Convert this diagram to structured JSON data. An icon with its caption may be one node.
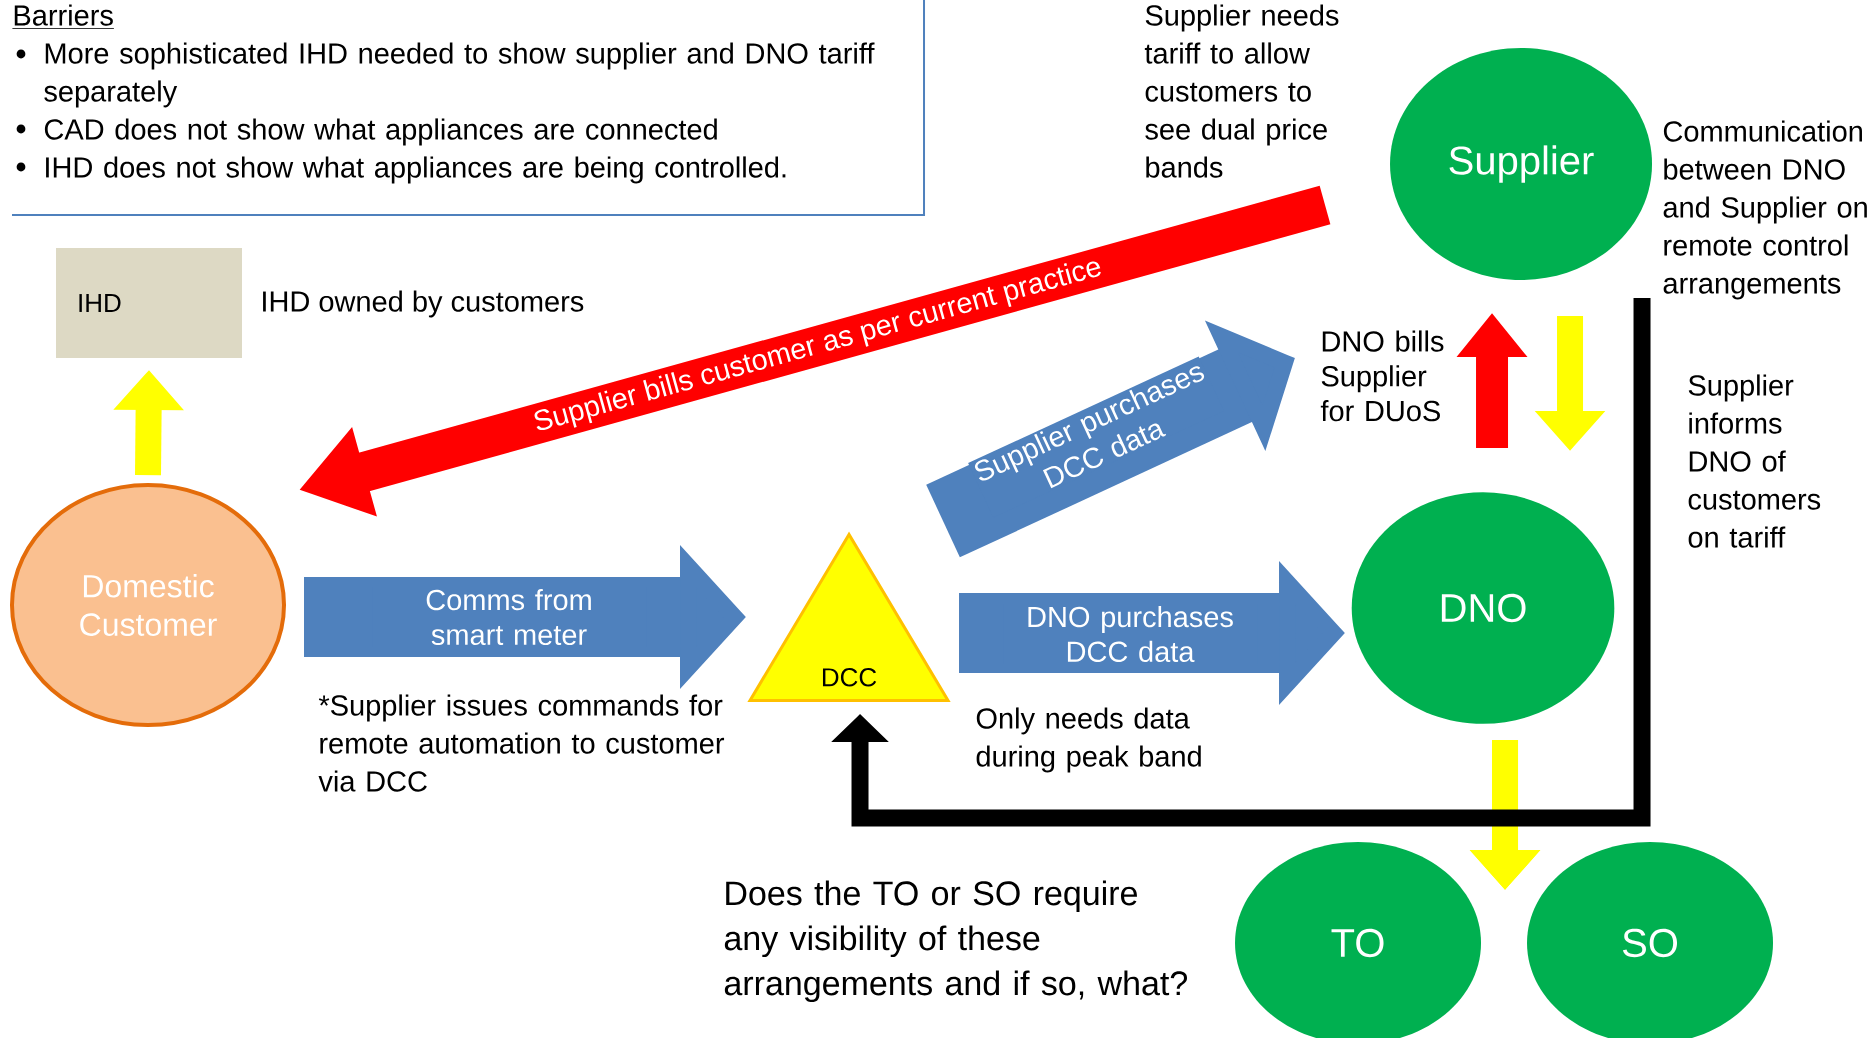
{
  "diagram": {
    "nodes": [
      {
        "text": [
          "Barriers",
          "More sophisticated IHD needed to show supplier and DNO tariff separately",
          "CAD does not show what appliances are connected",
          "IHD does not show what appliances are being controlled."
        ]
      },
      {
        "text": [
          "Supplier"
        ],
        "beside": [
          "Supplier needs tariff to allow customers to see dual price bands",
          "Communication between DNO and Supplier on remote control arrangements"
        ]
      },
      {
        "text": [
          "IHD"
        ],
        "beside": [
          "IHD owned by customers"
        ]
      },
      {
        "text": [
          "Domestic Customer"
        ]
      },
      {
        "text": [
          "DCC"
        ]
      },
      {
        "text": [
          "DNO"
        ]
      },
      {
        "text": [
          "TO"
        ]
      },
      {
        "text": [
          "SO"
        ]
      }
    ],
    "edges": [
      {
        "from": 1,
        "to": 3,
        "arrow": "to",
        "label": "Supplier bills customer as per current practice",
        "color": "#ff0000"
      },
      {
        "from": 3,
        "to": 2,
        "arrow": "to",
        "color": "#ffff00"
      },
      {
        "from": 3,
        "to": 4,
        "arrow": "to",
        "label": "Comms from smart meter",
        "style": "thick",
        "color": "#4f81bd"
      },
      {
        "from": 4,
        "to": 1,
        "arrow": "to",
        "label": "Supplier purchases DCC data",
        "style": "thick",
        "color": "#4f81bd"
      },
      {
        "from": 4,
        "to": 5,
        "arrow": "to",
        "label": "DNO purchases DCC data",
        "style": "thick",
        "color": "#4f81bd"
      },
      {
        "from": 5,
        "to": 1,
        "arrow": "to",
        "label": "DNO bills Supplier for DUoS",
        "color": "#ff0000"
      },
      {
        "from": 1,
        "to": 5,
        "arrow": "to",
        "color": "#ffff00"
      },
      {
        "from": 5,
        "to": 6,
        "arrow": "to",
        "color": "#ffff00"
      },
      {
        "from": 5,
        "to": 7,
        "arrow": "to",
        "color": "#ffff00"
      },
      {
        "from": 1,
        "to": 4,
        "arrow": "to",
        "color": "#000000"
      }
    ],
    "labels": [
      "Supplier informs DNO of customers on tariff",
      "*Supplier issues commands for remote automation to customer via DCC",
      "Only needs data during peak band",
      "Does the TO or SO require any visibility of these arrangements and if so, what?"
    ]
  }
}
